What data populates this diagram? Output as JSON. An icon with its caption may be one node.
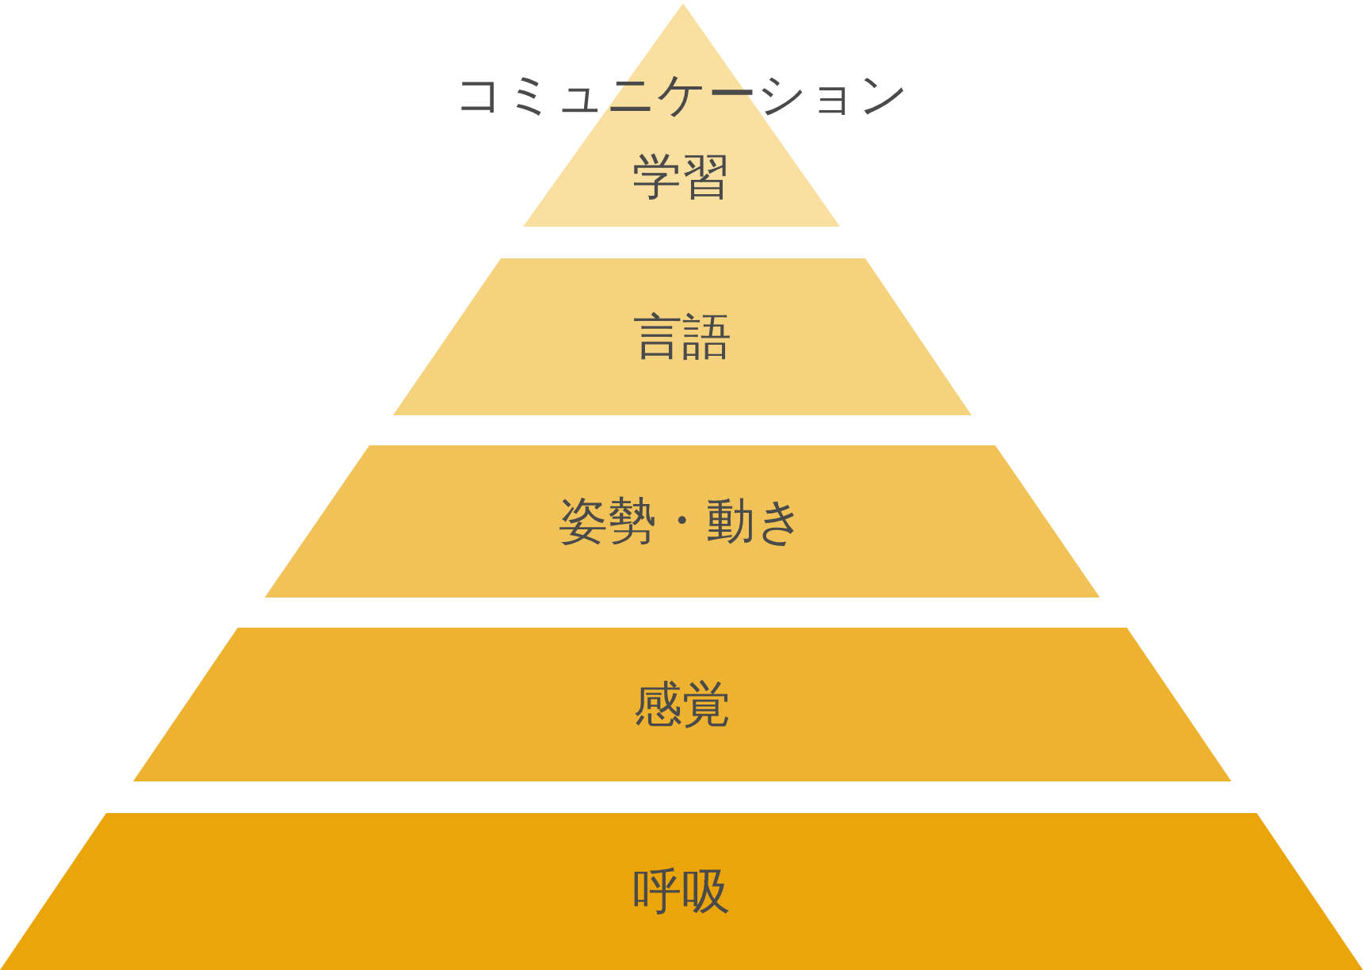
{
  "diagram": {
    "nodes": [
      {
        "text": [
          "コミュニケーション",
          "学習"
        ]
      },
      {
        "text": [
          "言語"
        ]
      },
      {
        "text": [
          "姿勢・動き"
        ]
      },
      {
        "text": [
          "感覚"
        ]
      },
      {
        "text": [
          "呼吸"
        ]
      }
    ]
  }
}
